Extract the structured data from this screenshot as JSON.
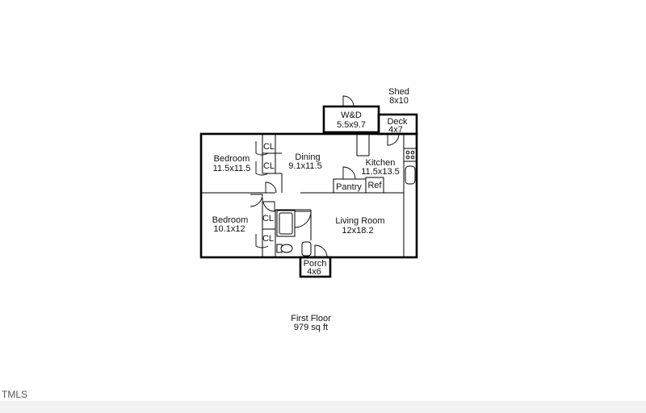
{
  "plan": {
    "rooms": {
      "shed": {
        "name": "Shed",
        "size": "8x10"
      },
      "wd": {
        "name": "W&D",
        "size": "5.5x9.7"
      },
      "deck": {
        "name": "Deck",
        "size": "4x7"
      },
      "bedroom1": {
        "name": "Bedroom",
        "size": "11.5x11.5"
      },
      "dining": {
        "name": "Dining",
        "size": "9.1x11.5"
      },
      "kitchen": {
        "name": "Kitchen",
        "size": "11.5x13.5"
      },
      "bedroom2": {
        "name": "Bedroom",
        "size": "10.1x12"
      },
      "living": {
        "name": "Living Room",
        "size": "12x18.2"
      },
      "porch": {
        "name": "Porch",
        "size": "4x6"
      }
    },
    "closets": [
      "CL",
      "CL",
      "CL",
      "CL"
    ],
    "pantry": "Pantry",
    "ref": "Ref"
  },
  "footer": {
    "floor": "First Floor",
    "area": "979 sq ft",
    "logo": "TMLS"
  }
}
